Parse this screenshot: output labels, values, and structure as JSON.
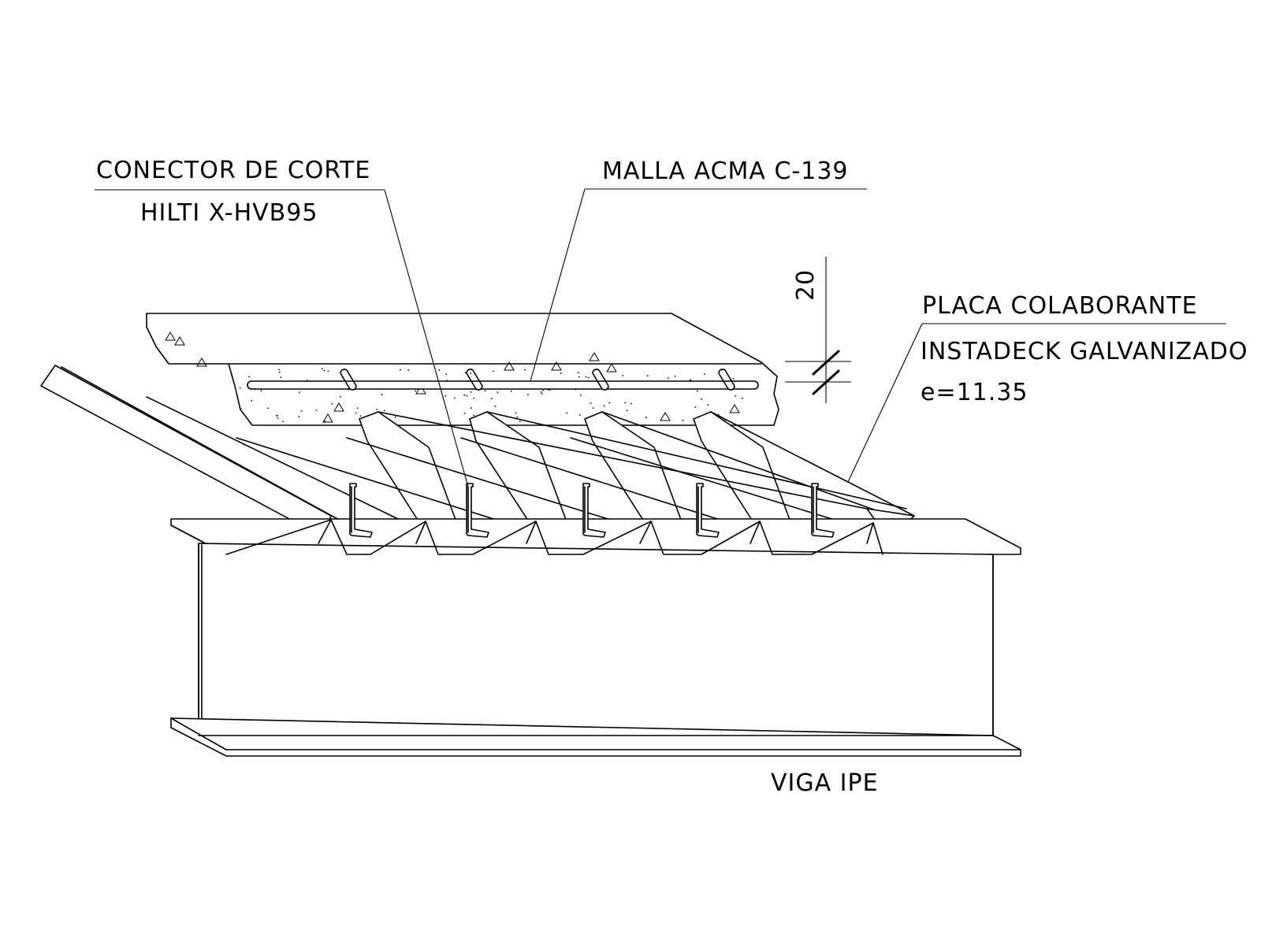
{
  "labels": {
    "connector_line1": "CONECTOR DE CORTE",
    "connector_line2": "HILTI X-HVB95",
    "mesh": "MALLA ACMA C-139",
    "deck_line1": "PLACA COLABORANTE",
    "deck_line2": "INSTADECK GALVANIZADO",
    "deck_line3": "e=11.35",
    "beam": "VIGA IPE",
    "dimension": "20"
  },
  "colors": {
    "ink": "#000000",
    "paper": "#ffffff"
  }
}
